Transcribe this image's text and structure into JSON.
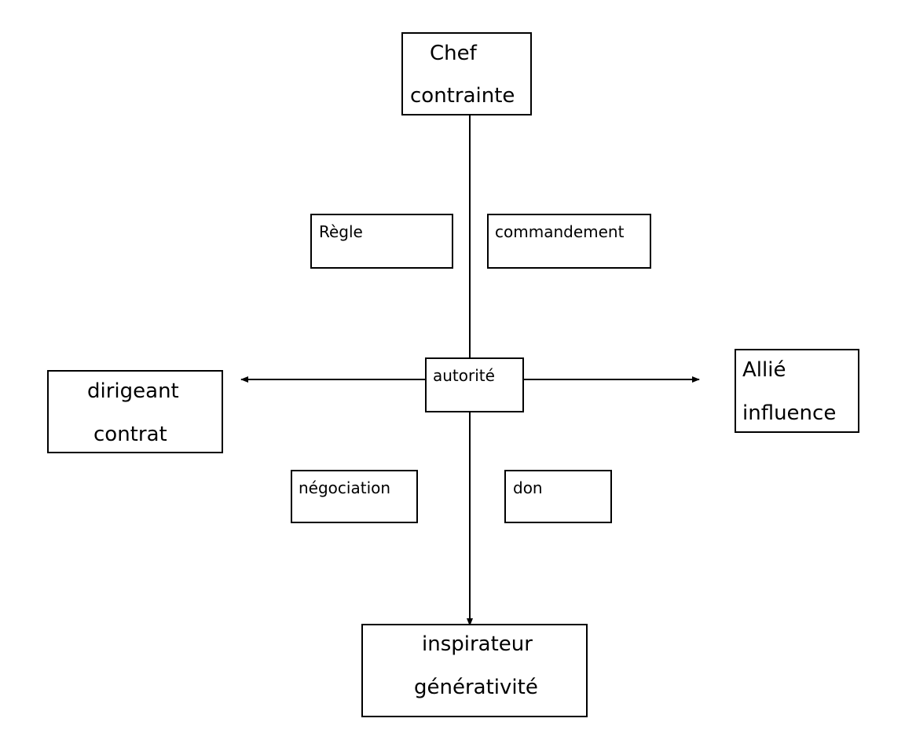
{
  "diagram": {
    "top": {
      "line1": "Chef",
      "line2": "contrainte"
    },
    "left": {
      "line1": "dirigeant",
      "line2": "contrat"
    },
    "right": {
      "line1": "Allié",
      "line2": "influence"
    },
    "bottom": {
      "line1": "inspirateur",
      "line2": "générativité"
    },
    "center": {
      "label": "autorité"
    },
    "quadrants": {
      "upper_left": "Règle",
      "upper_right": "commandement",
      "lower_left": "négociation",
      "lower_right": "don"
    }
  }
}
